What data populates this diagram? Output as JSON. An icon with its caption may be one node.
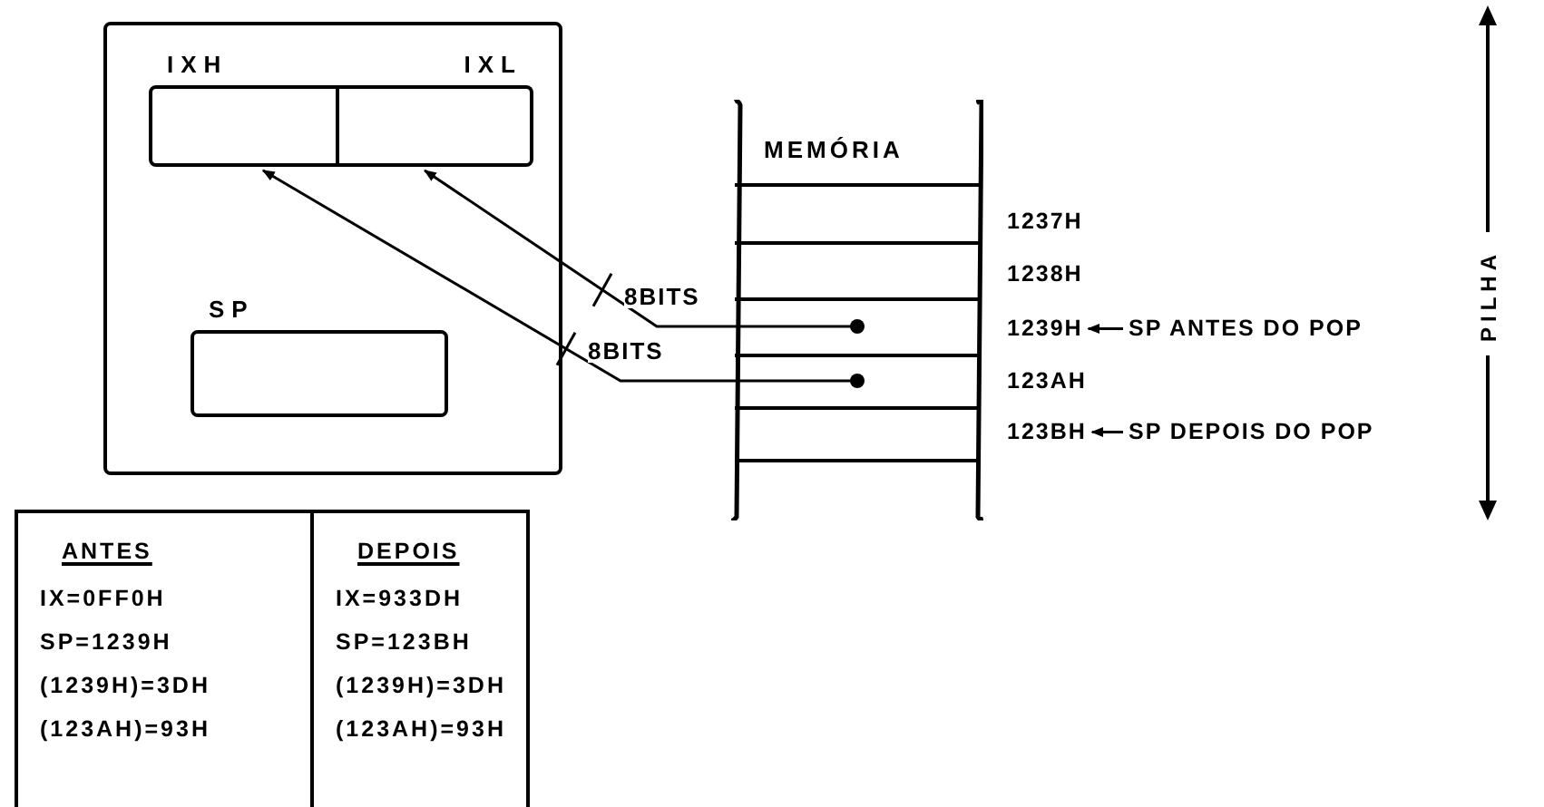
{
  "diagram": {
    "nodes": [
      {
        "text": [],
        "shape": "box"
      },
      {
        "text": [
          "IXH"
        ],
        "in": 0
      },
      {
        "text": [
          "IXL"
        ],
        "in": 0
      },
      {
        "text": [
          "SP"
        ],
        "in": 0
      },
      {
        "text": [
          "MEMÓRIA"
        ]
      },
      {
        "text": [],
        "shape": "box",
        "in": 4
      },
      {
        "text": [],
        "shape": "box",
        "in": 4
      },
      {
        "text": [],
        "shape": "box",
        "in": 4
      },
      {
        "text": [],
        "shape": "box",
        "in": 4
      },
      {
        "text": [],
        "shape": "box",
        "in": 4
      },
      {
        "text": [],
        "shape": "box",
        "in": 4
      },
      {
        "text": [
          "1237H"
        ]
      },
      {
        "text": [
          "1238H"
        ]
      },
      {
        "text": [
          "1239H"
        ]
      },
      {
        "text": [
          "123AH"
        ]
      },
      {
        "text": [
          "123BH"
        ]
      },
      {
        "text": [
          "SP ANTES DO POP"
        ]
      },
      {
        "text": [
          "SP DEPOIS DO POP"
        ]
      },
      {
        "text": [
          "ANTES",
          "IX=0FF0H",
          "SP=1239H",
          "(1239H)=3DH",
          "(123AH)=93H"
        ]
      },
      {
        "text": [
          "DEPOIS",
          "IX=933DH",
          "SP=123BH",
          "(1239H)=3DH",
          "(123AH)=93H"
        ]
      }
    ],
    "edges": [
      {
        "from": 7,
        "to": 2,
        "arrow": "to",
        "label": "8BITS"
      },
      {
        "from": 8,
        "to": 1,
        "arrow": "to",
        "label": "8BITS"
      },
      {
        "from": 16,
        "to": 13,
        "arrow": "to"
      },
      {
        "from": 17,
        "to": 15,
        "arrow": "to"
      }
    ],
    "labels": [
      "PILHA"
    ]
  }
}
